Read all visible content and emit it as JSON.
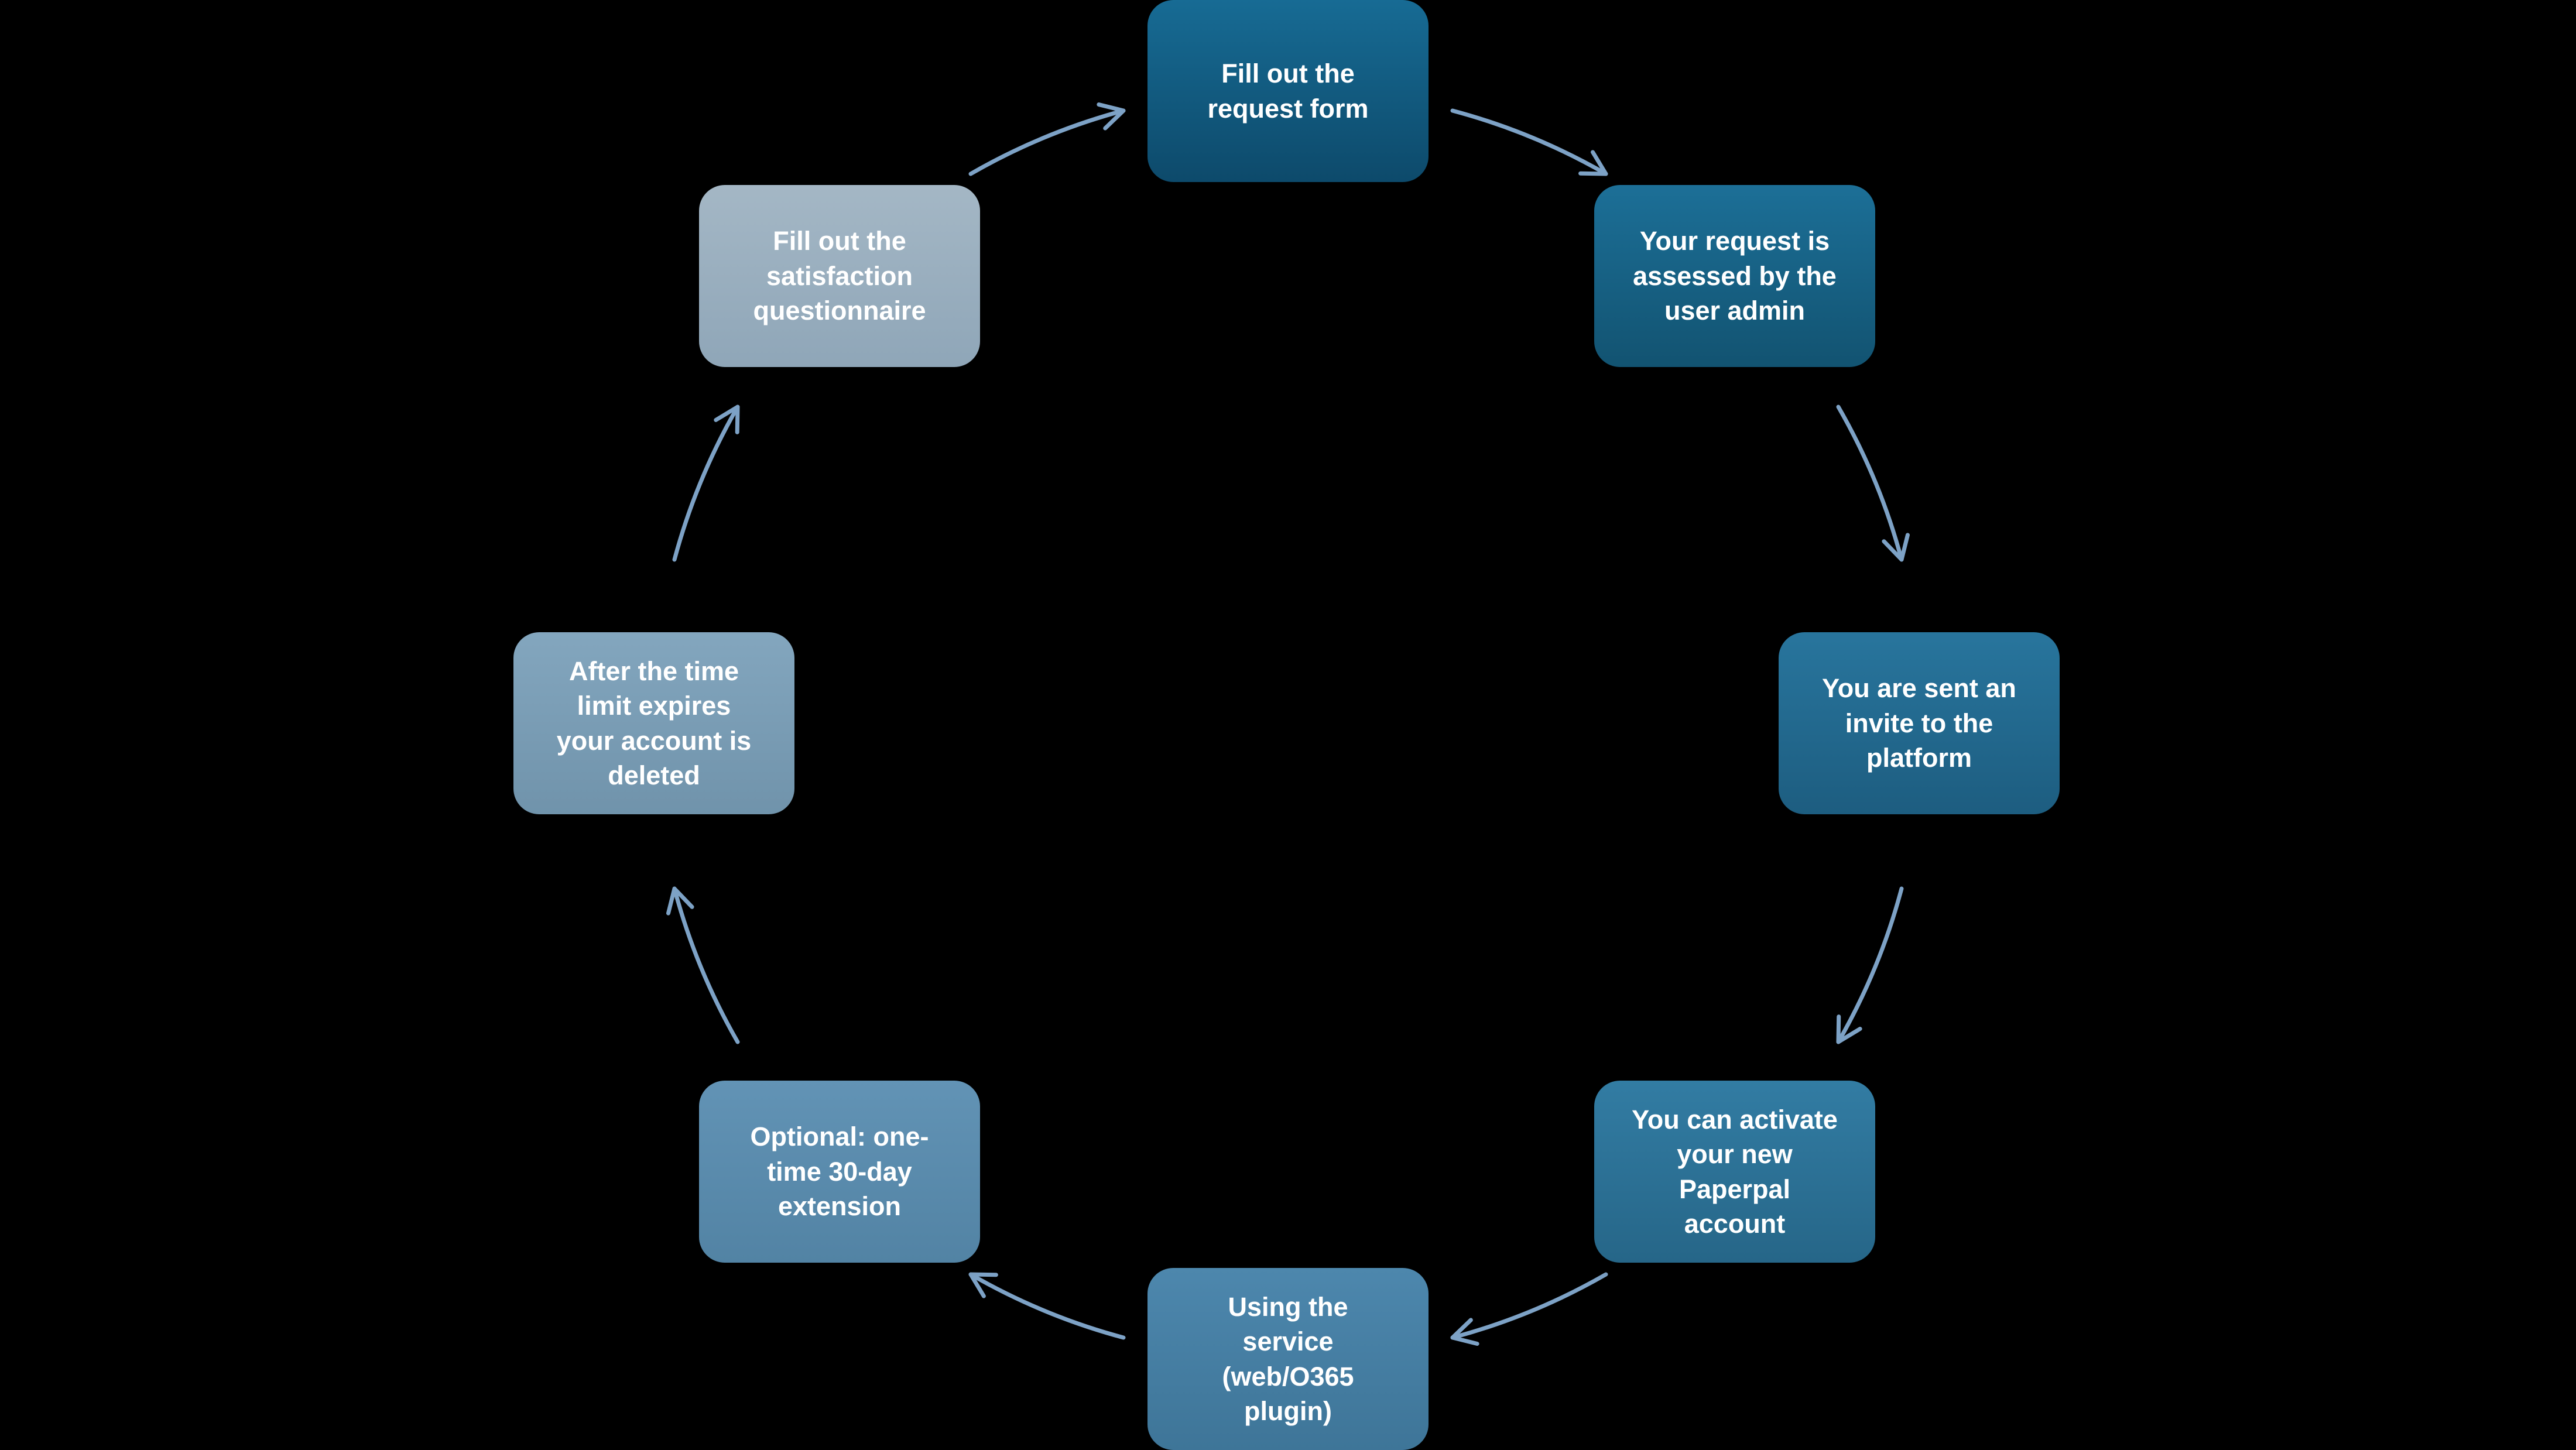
{
  "diagram": {
    "type": "cycle",
    "background_color": "#000000",
    "arrow_color": "#7da2c6",
    "text_color": "#ffffff",
    "nodes": [
      {
        "id": "fill-request-form",
        "label": "Fill out the\nrequest form",
        "color_top": "#176b94",
        "color_bottom": "#0d4a6b"
      },
      {
        "id": "request-assessed-by-admin",
        "label": "Your request is\nassessed by the\nuser admin",
        "color_top": "#1c6f97",
        "color_bottom": "#125371"
      },
      {
        "id": "invite-sent",
        "label": "You are sent an\ninvite to the\nplatform",
        "color_top": "#28759d",
        "color_bottom": "#1d5d80"
      },
      {
        "id": "activate-paperpal-account",
        "label": "You can activate\nyour new\nPaperpal\naccount",
        "color_top": "#327ca3",
        "color_bottom": "#266688"
      },
      {
        "id": "using-the-service",
        "label": "Using the\nservice\n(web/O365\nplugin)",
        "color_top": "#4d87ad",
        "color_bottom": "#3e7598"
      },
      {
        "id": "optional-extension",
        "label": "Optional: one-\ntime 30-day\nextension",
        "color_top": "#6293b5",
        "color_bottom": "#5283a4"
      },
      {
        "id": "account-deleted",
        "label": "After the time\nlimit expires\nyour account is\ndeleted",
        "color_top": "#83a6be",
        "color_bottom": "#7093ab"
      },
      {
        "id": "satisfaction-questionnaire",
        "label": "Fill out the\nsatisfaction\nquestionnaire",
        "color_top": "#a4b7c5",
        "color_bottom": "#8fa6b8"
      }
    ],
    "arrows": [
      {
        "from": "fill-request-form",
        "to": "request-assessed-by-admin"
      },
      {
        "from": "request-assessed-by-admin",
        "to": "invite-sent"
      },
      {
        "from": "invite-sent",
        "to": "activate-paperpal-account"
      },
      {
        "from": "activate-paperpal-account",
        "to": "using-the-service"
      },
      {
        "from": "using-the-service",
        "to": "optional-extension"
      },
      {
        "from": "optional-extension",
        "to": "account-deleted"
      },
      {
        "from": "account-deleted",
        "to": "satisfaction-questionnaire"
      },
      {
        "from": "satisfaction-questionnaire",
        "to": "fill-request-form"
      }
    ]
  }
}
